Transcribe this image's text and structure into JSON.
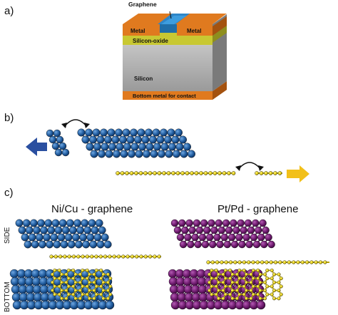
{
  "panel_labels": {
    "a": "a)",
    "b": "b)",
    "c": "c)"
  },
  "device": {
    "graphene": "Graphene",
    "metal_left": "Metal",
    "metal_right": "Metal",
    "oxide": "Silicon-oxide",
    "silicon": "Silicon",
    "bottom_metal": "Bottom metal for contact"
  },
  "panel_c": {
    "left_title": "Ni/Cu - graphene",
    "right_title": "Pt/Pd - graphene",
    "side_label": "SIDE",
    "bottom_label": "BOTTOM"
  },
  "colors": {
    "metal_orange": "#e07a1f",
    "oxide_yellow": "#c8c832",
    "silicon_gray": "#a8a8a8",
    "graphene_blue": "#2e86c8",
    "ni_cu_blue": "#1f5b9e",
    "pt_pd_purple": "#6e1a6e",
    "carbon_yellow": "#e6d21e",
    "arrow_left_blue": "#2a4fa0",
    "arrow_right_yellow": "#f2c01a"
  }
}
